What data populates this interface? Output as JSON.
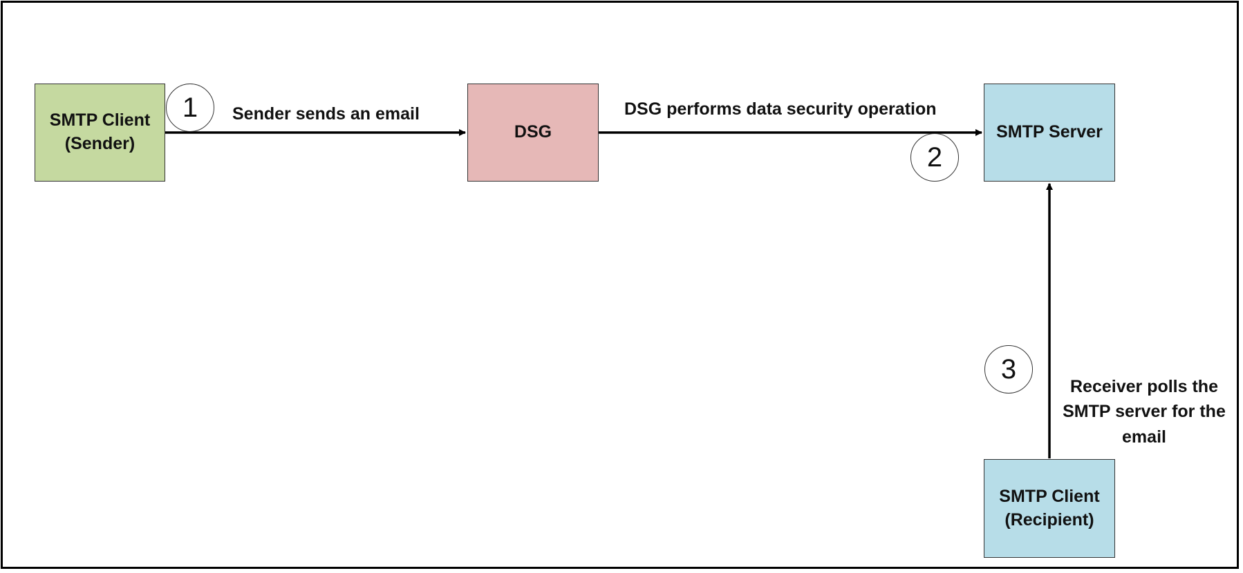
{
  "colors": {
    "sender_fill": "#c5d9a0",
    "dsg_fill": "#e6b8b7",
    "server_fill": "#b7dde8",
    "recipient_fill": "#b7dde8",
    "line": "#000000"
  },
  "nodes": {
    "sender": "SMTP Client\n(Sender)",
    "dsg": "DSG",
    "server": "SMTP Server",
    "recipient": "SMTP Client\n(Recipient)"
  },
  "steps": {
    "one": "1",
    "two": "2",
    "three": "3"
  },
  "edges": {
    "sender_to_dsg": "Sender sends an email",
    "dsg_to_server": "DSG performs data security operation",
    "recipient_to_server": "Receiver polls the\nSMTP server for the\nemail"
  }
}
